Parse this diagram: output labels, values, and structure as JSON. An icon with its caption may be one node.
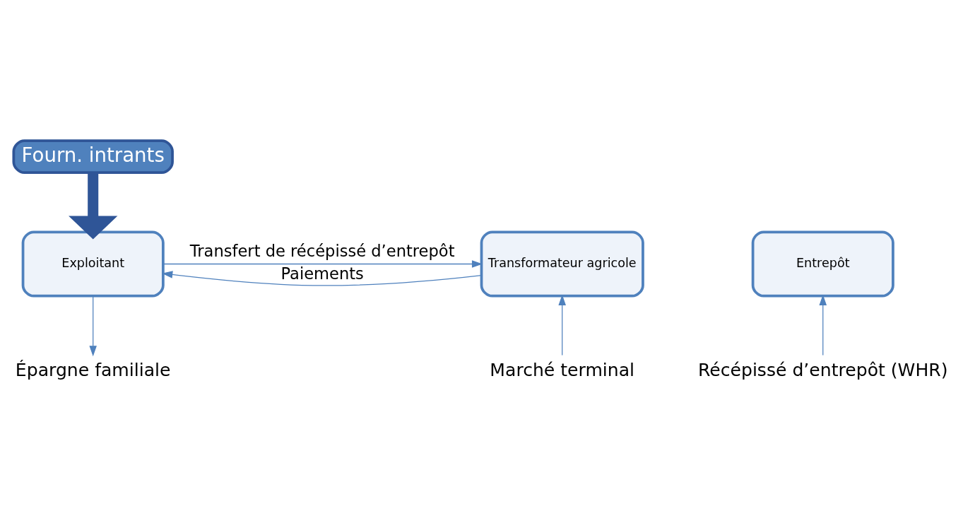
{
  "diagram": {
    "nodes": [
      {
        "text": [
          "Fourn. intrants"
        ]
      },
      {
        "text": [
          "Exploitant"
        ]
      },
      {
        "text": [
          "Entrepôt"
        ]
      },
      {
        "text": [
          "Transformateur agricole"
        ]
      },
      {
        "text": [
          "Épargne familiale"
        ]
      },
      {
        "text": [
          "Récépissé d’entrepôt (WHR)"
        ]
      },
      {
        "text": [
          "Marché terminal"
        ]
      }
    ],
    "edges": [
      {
        "from": 0,
        "to": 1,
        "arrow": "to",
        "style": "thick"
      },
      {
        "from": 3,
        "to": 1,
        "arrow": "to",
        "label": "Paiements"
      },
      {
        "from": 1,
        "to": 3,
        "arrow": "to",
        "label": "Transfert de récépissé d’entrepôt"
      },
      {
        "from": 1,
        "to": 4,
        "arrow": "to"
      },
      {
        "from": 5,
        "to": 2,
        "arrow": "to"
      },
      {
        "from": 6,
        "to": 3,
        "arrow": "to"
      }
    ]
  }
}
